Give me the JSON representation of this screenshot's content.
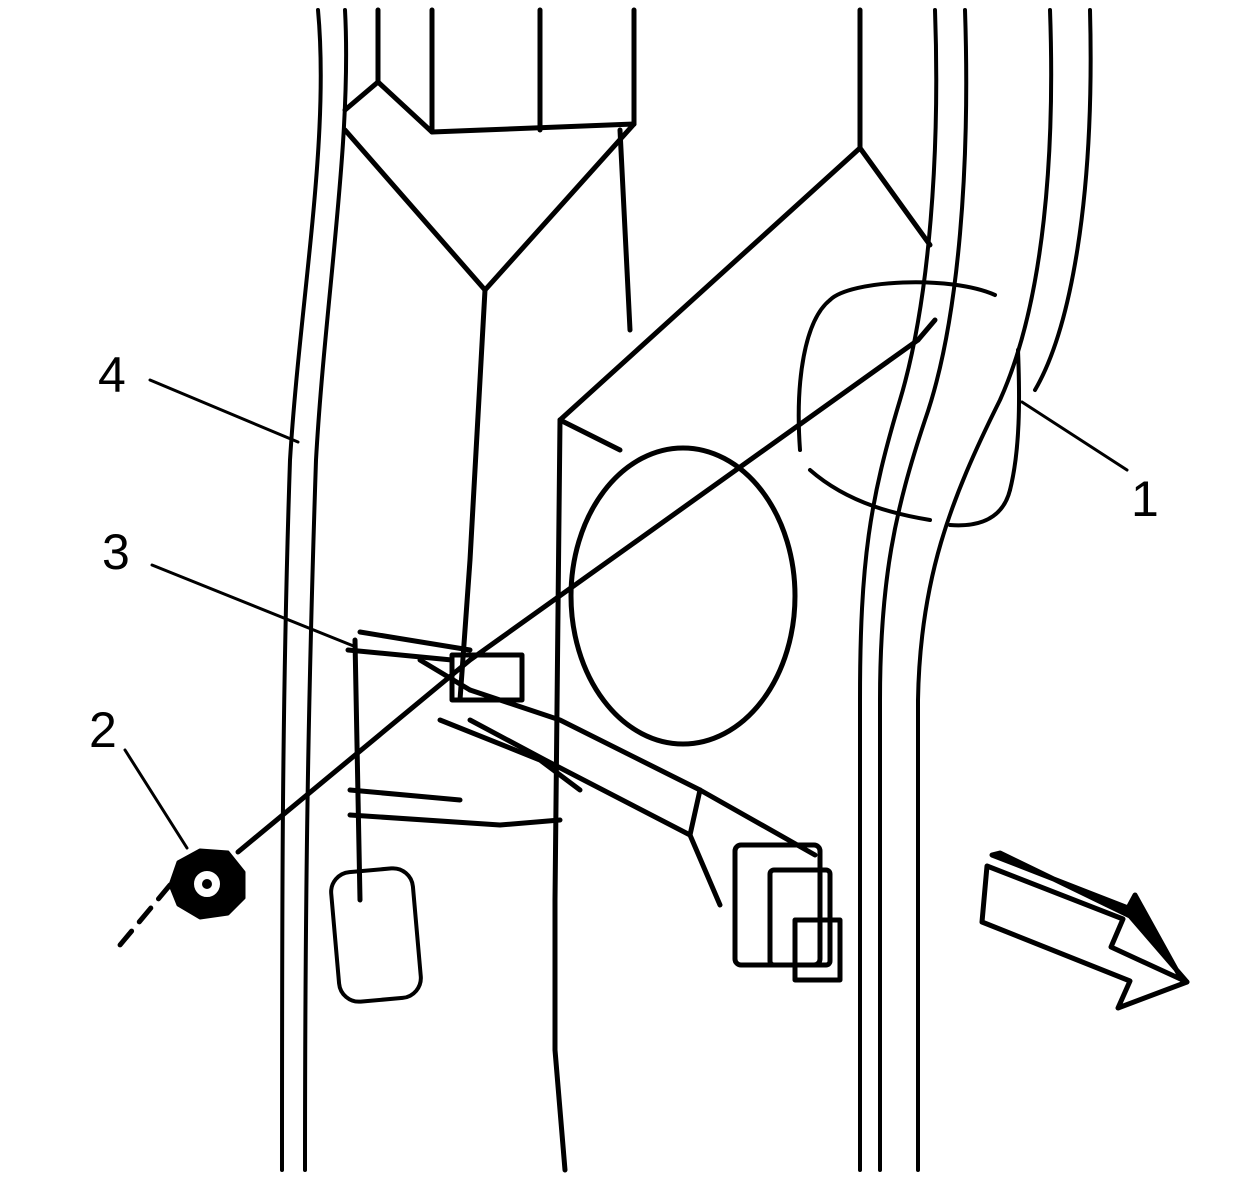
{
  "diagram": {
    "callouts": [
      {
        "id": "1",
        "label": "1"
      },
      {
        "id": "2",
        "label": "2"
      },
      {
        "id": "3",
        "label": "3"
      },
      {
        "id": "4",
        "label": "4"
      }
    ],
    "colors": {
      "ink": "#000000",
      "paper": "#ffffff"
    },
    "icons": [
      "direction-arrow-icon",
      "nut-icon"
    ]
  }
}
